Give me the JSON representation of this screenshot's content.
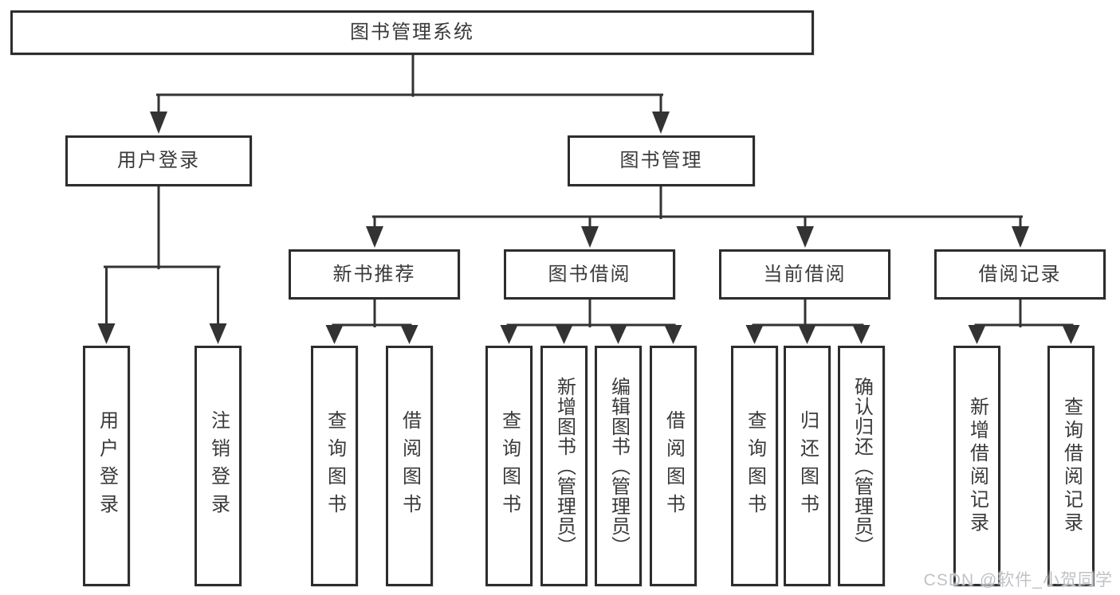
{
  "tree": {
    "label": "图书管理系统",
    "children": [
      {
        "label": "用户登录",
        "children": [
          {
            "label": "用户登录"
          },
          {
            "label": "注销登录"
          }
        ]
      },
      {
        "label": "图书管理",
        "children": [
          {
            "label": "新书推荐",
            "children": [
              {
                "label": "查询图书"
              },
              {
                "label": "借阅图书"
              }
            ]
          },
          {
            "label": "图书借阅",
            "children": [
              {
                "label": "查询图书"
              },
              {
                "label": "新增图书（管理员）"
              },
              {
                "label": "编辑图书（管理员）"
              },
              {
                "label": "借阅图书"
              }
            ]
          },
          {
            "label": "当前借阅",
            "children": [
              {
                "label": "查询图书"
              },
              {
                "label": "归还图书"
              },
              {
                "label": "确认归还（管理员）"
              }
            ]
          },
          {
            "label": "借阅记录",
            "children": [
              {
                "label": "新增借阅记录"
              },
              {
                "label": "查询借阅记录"
              }
            ]
          }
        ]
      }
    ]
  },
  "watermark": {
    "text": "CSDN @软件_小贺同学"
  },
  "colors": {
    "line": "#333333",
    "border": "#2d2d2d",
    "text": "#3a3a3a",
    "watermark": "#bfc3c7"
  }
}
